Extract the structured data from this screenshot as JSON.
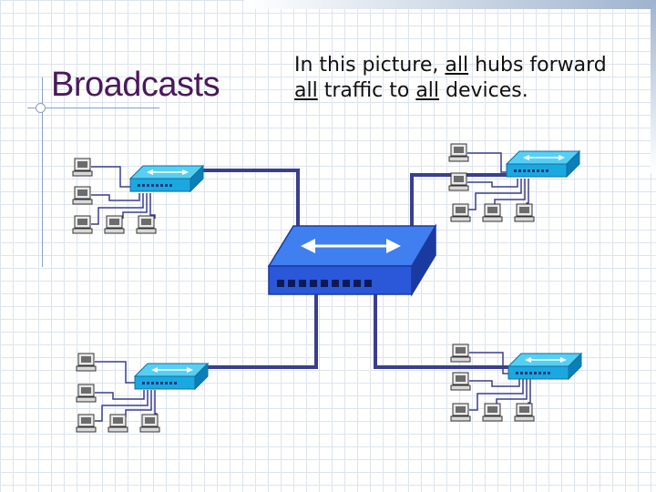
{
  "slide": {
    "title": "Broadcasts",
    "text_parts": [
      {
        "t": "In this picture, ",
        "u": false
      },
      {
        "t": "all",
        "u": true
      },
      {
        "t": " hubs forward",
        "u": false
      },
      {
        "t": "\n",
        "u": false
      },
      {
        "t": "all",
        "u": true
      },
      {
        "t": " traffic to ",
        "u": false
      },
      {
        "t": "all",
        "u": true
      },
      {
        "t": " devices.",
        "u": false
      }
    ]
  },
  "colors": {
    "title": "#4a1a5a",
    "link_line": "#3a3f8c",
    "hub_blue": "#2a58d8",
    "small_hub": "#1aa8e0"
  },
  "diagram": {
    "central_hub": "hub-with-bidirectional-arrow-icon",
    "edge_hubs": [
      "hub-top-left",
      "hub-top-right",
      "hub-bottom-left",
      "hub-bottom-right"
    ],
    "computers_per_hub": 5,
    "computer_icon": "workstation-icon"
  }
}
